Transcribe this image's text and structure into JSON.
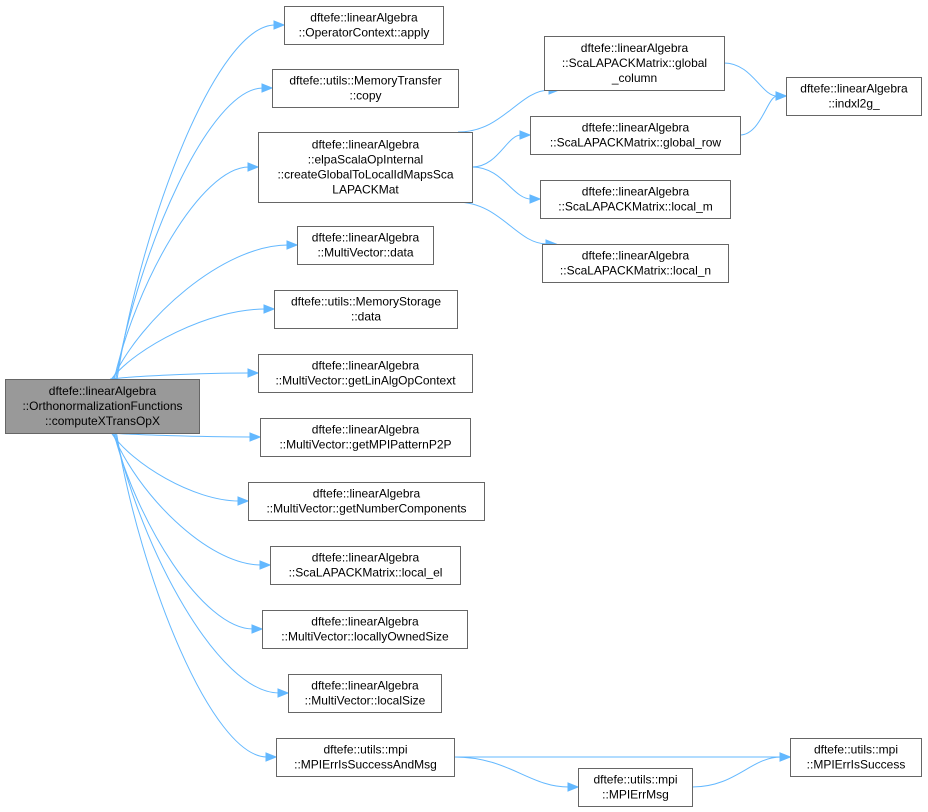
{
  "nodes": [
    {
      "id": "root",
      "lines": [
        "dftefe::linearAlgebra",
        "::OrthonormalizationFunctions",
        "::computeXTransOpX"
      ],
      "root": true
    },
    {
      "id": "apply",
      "lines": [
        "dftefe::linearAlgebra",
        "::OperatorContext::apply"
      ]
    },
    {
      "id": "copy",
      "lines": [
        "dftefe::utils::MemoryTransfer",
        "::copy"
      ]
    },
    {
      "id": "elpa",
      "lines": [
        "dftefe::linearAlgebra",
        "::elpaScalaOpInternal",
        "::createGlobalToLocalIdMapsSca",
        "LAPACKMat"
      ]
    },
    {
      "id": "mvdata",
      "lines": [
        "dftefe::linearAlgebra",
        "::MultiVector::data"
      ]
    },
    {
      "id": "msdata",
      "lines": [
        "dftefe::utils::MemoryStorage",
        "::data"
      ]
    },
    {
      "id": "getlin",
      "lines": [
        "dftefe::linearAlgebra",
        "::MultiVector::getLinAlgOpContext"
      ]
    },
    {
      "id": "getmpi",
      "lines": [
        "dftefe::linearAlgebra",
        "::MultiVector::getMPIPatternP2P"
      ]
    },
    {
      "id": "getnum",
      "lines": [
        "dftefe::linearAlgebra",
        "::MultiVector::getNumberComponents"
      ]
    },
    {
      "id": "localel",
      "lines": [
        "dftefe::linearAlgebra",
        "::ScaLAPACKMatrix::local_el"
      ]
    },
    {
      "id": "owned",
      "lines": [
        "dftefe::linearAlgebra",
        "::MultiVector::locallyOwnedSize"
      ]
    },
    {
      "id": "lsize",
      "lines": [
        "dftefe::linearAlgebra",
        "::MultiVector::localSize"
      ]
    },
    {
      "id": "mpimsg",
      "lines": [
        "dftefe::utils::mpi",
        "::MPIErrIsSuccessAndMsg"
      ]
    },
    {
      "id": "gcol",
      "lines": [
        "dftefe::linearAlgebra",
        "::ScaLAPACKMatrix::global",
        "_column"
      ]
    },
    {
      "id": "grow",
      "lines": [
        "dftefe::linearAlgebra",
        "::ScaLAPACKMatrix::global_row"
      ]
    },
    {
      "id": "localm",
      "lines": [
        "dftefe::linearAlgebra",
        "::ScaLAPACKMatrix::local_m"
      ]
    },
    {
      "id": "localn",
      "lines": [
        "dftefe::linearAlgebra",
        "::ScaLAPACKMatrix::local_n"
      ]
    },
    {
      "id": "indxl2g",
      "lines": [
        "dftefe::linearAlgebra",
        "::indxl2g_"
      ]
    },
    {
      "id": "errmsg",
      "lines": [
        "dftefe::utils::mpi",
        "::MPIErrMsg"
      ]
    },
    {
      "id": "issuccess",
      "lines": [
        "dftefe::utils::mpi",
        "::MPIErrIsSuccess"
      ]
    }
  ],
  "edges": [
    {
      "from": "root",
      "to": "apply"
    },
    {
      "from": "root",
      "to": "copy"
    },
    {
      "from": "root",
      "to": "elpa"
    },
    {
      "from": "root",
      "to": "mvdata"
    },
    {
      "from": "root",
      "to": "msdata"
    },
    {
      "from": "root",
      "to": "getlin"
    },
    {
      "from": "root",
      "to": "getmpi"
    },
    {
      "from": "root",
      "to": "getnum"
    },
    {
      "from": "root",
      "to": "localel"
    },
    {
      "from": "root",
      "to": "owned"
    },
    {
      "from": "root",
      "to": "lsize"
    },
    {
      "from": "root",
      "to": "mpimsg"
    },
    {
      "from": "elpa",
      "to": "gcol"
    },
    {
      "from": "elpa",
      "to": "grow"
    },
    {
      "from": "elpa",
      "to": "localm"
    },
    {
      "from": "elpa",
      "to": "localn"
    },
    {
      "from": "gcol",
      "to": "indxl2g"
    },
    {
      "from": "grow",
      "to": "indxl2g"
    },
    {
      "from": "mpimsg",
      "to": "errmsg"
    },
    {
      "from": "mpimsg",
      "to": "issuccess"
    },
    {
      "from": "errmsg",
      "to": "issuccess"
    }
  ]
}
